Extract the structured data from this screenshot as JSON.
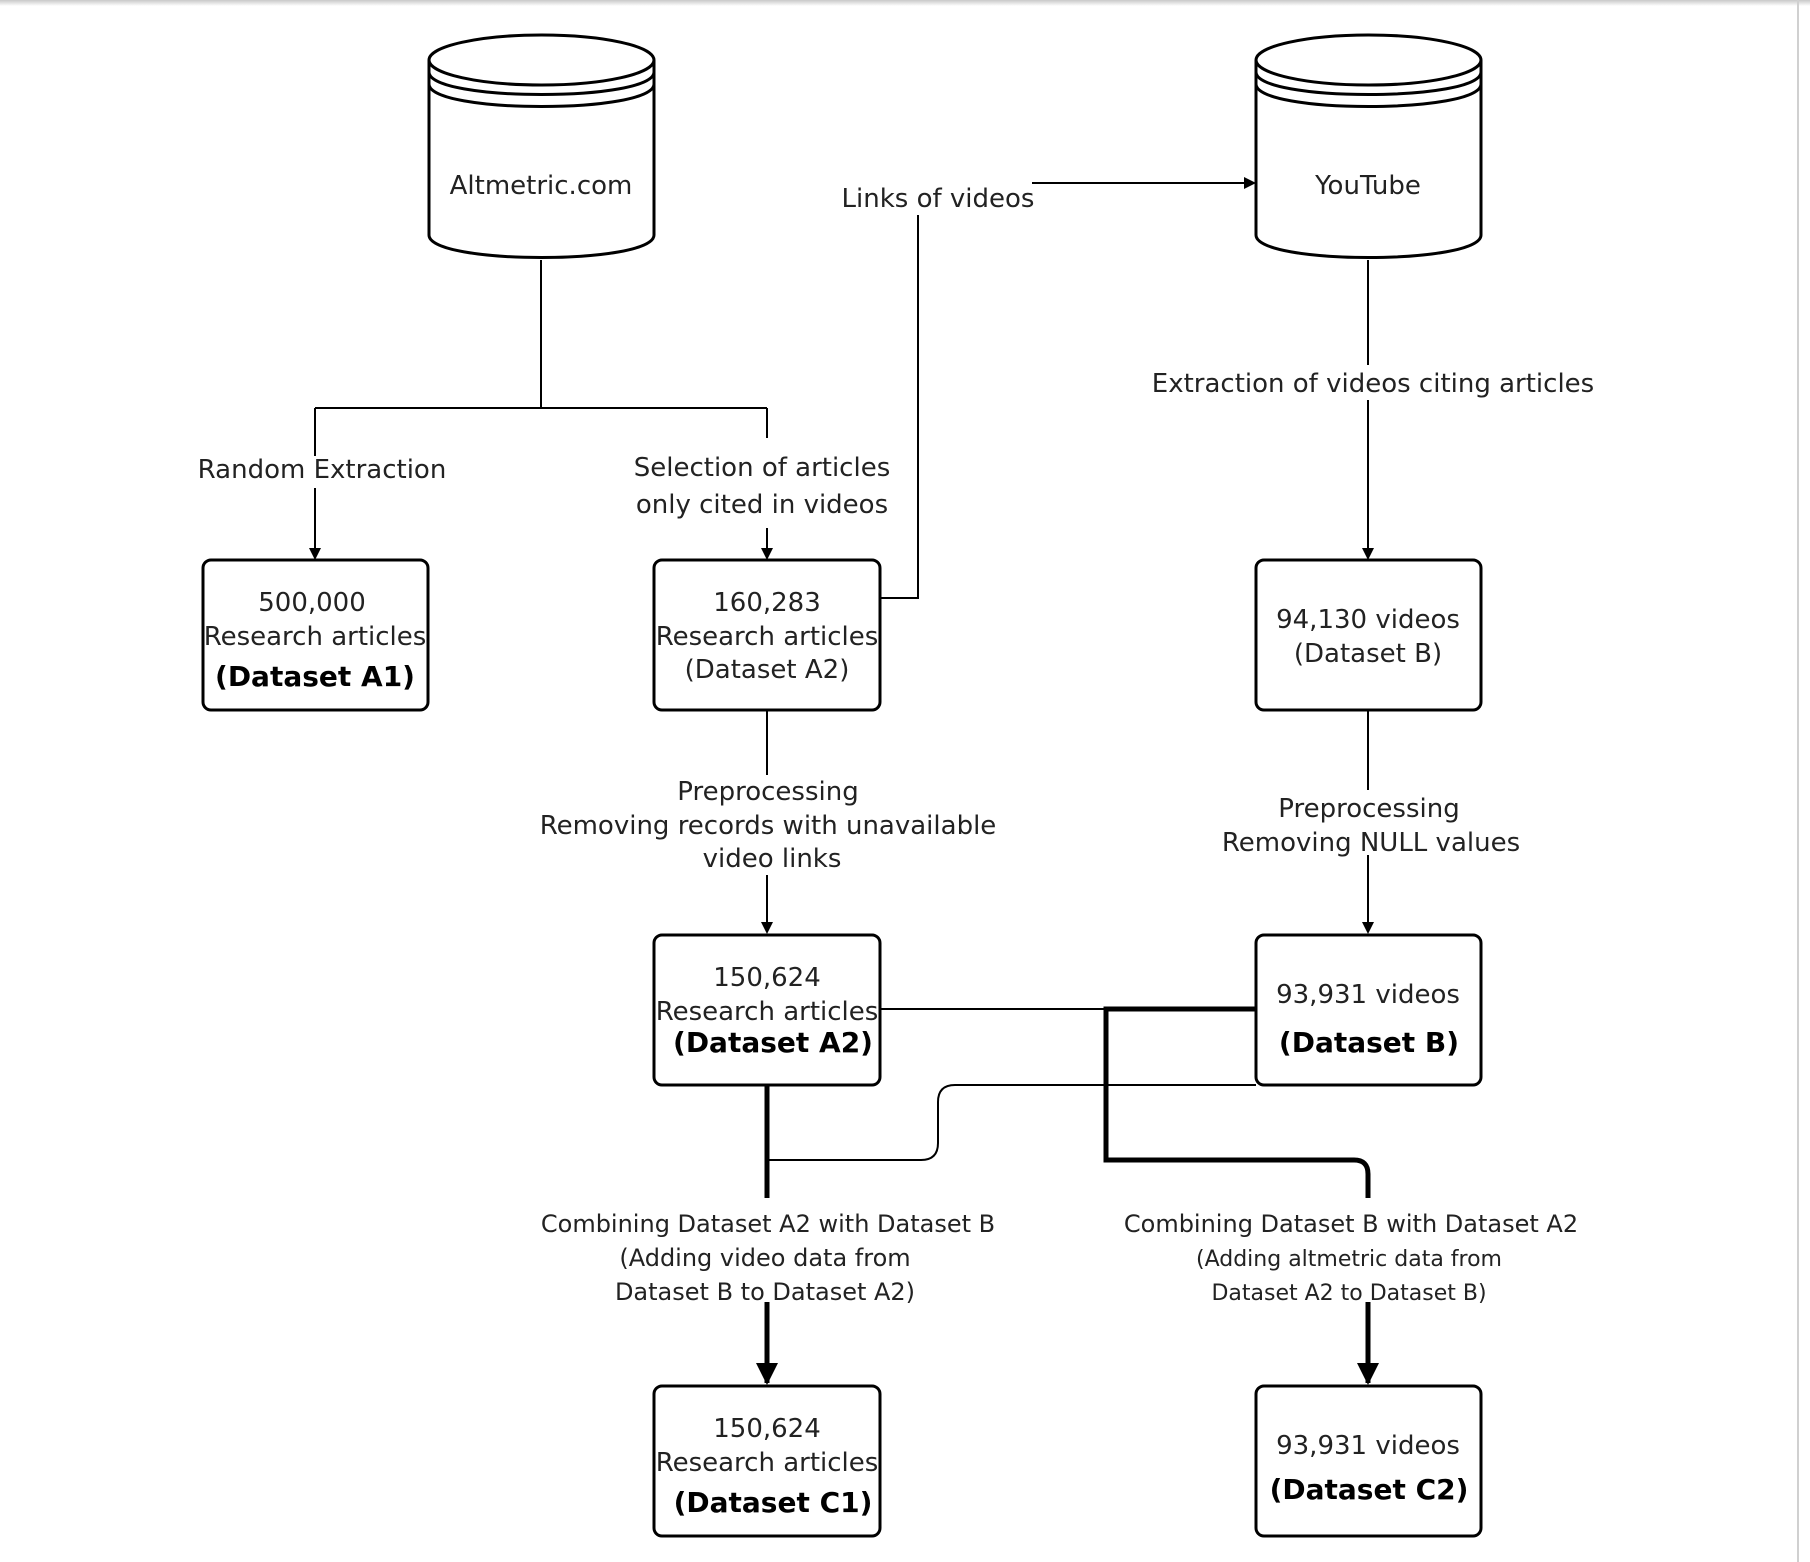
{
  "sources": {
    "altmetric": "Altmetric.com",
    "youtube": "YouTube"
  },
  "edges": {
    "links_of_videos": "Links of videos",
    "random_extraction": "Random Extraction",
    "selection_line1": "Selection of articles",
    "selection_line2": "only cited in videos",
    "extraction_youtube": "Extraction of videos citing articles",
    "preprocess_a_title": "Preprocessing",
    "preprocess_a_line1": "Removing records with unavailable",
    "preprocess_a_line2": "video links",
    "preprocess_b_title": "Preprocessing",
    "preprocess_b_line1": "Removing NULL values",
    "combine_a_line1": "Combining Dataset A2 with Dataset B",
    "combine_a_line2": "(Adding video data from",
    "combine_a_line3": "Dataset B to Dataset A2)",
    "combine_b_line1": "Combining Dataset B with Dataset A2",
    "combine_b_line2": "(Adding altmetric data from",
    "combine_b_line3": "Dataset A2 to Dataset B)"
  },
  "boxes": {
    "a1": {
      "count": "500,000",
      "unit": "Research articles",
      "label": "(Dataset A1)"
    },
    "a2_raw": {
      "count": "160,283",
      "unit": "Research articles",
      "label": "(Dataset A2)"
    },
    "b_raw": {
      "count": "94,130 videos",
      "label": "(Dataset B)"
    },
    "a2": {
      "count": "150,624",
      "unit": "Research articles",
      "label": "(Dataset A2)"
    },
    "b": {
      "count": "93,931 videos",
      "label": "(Dataset B)"
    },
    "c1": {
      "count": "150,624",
      "unit": "Research articles",
      "label": "(Dataset C1)"
    },
    "c2": {
      "count": "93,931 videos",
      "label": "(Dataset C2)"
    }
  }
}
